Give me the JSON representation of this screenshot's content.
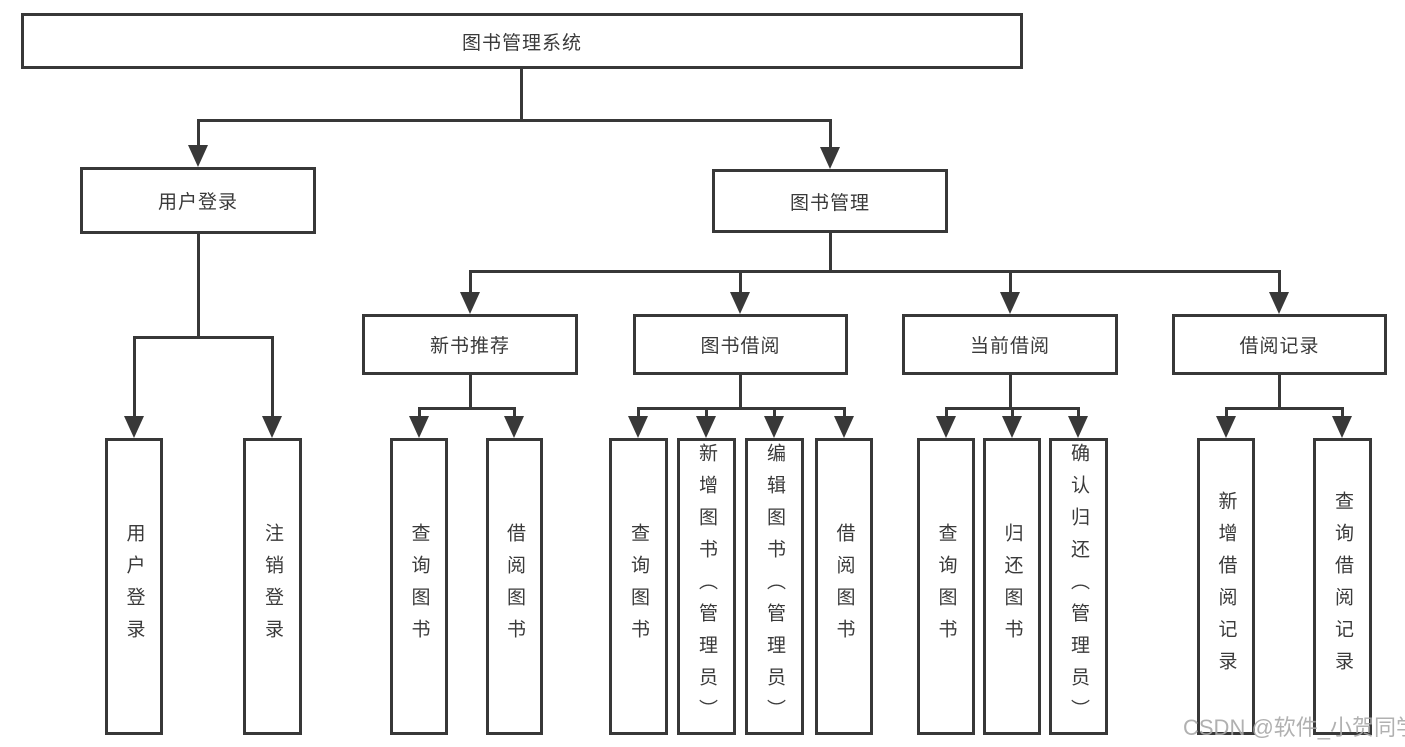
{
  "diagram": {
    "root": {
      "label": "图书管理系统"
    },
    "branches": [
      {
        "label": "用户登录",
        "children": [
          {
            "label": "用户登录"
          },
          {
            "label": "注销登录"
          }
        ]
      },
      {
        "label": "图书管理",
        "children": [
          {
            "label": "新书推荐",
            "children": [
              {
                "label": "查询图书"
              },
              {
                "label": "借阅图书"
              }
            ]
          },
          {
            "label": "图书借阅",
            "children": [
              {
                "label": "查询图书"
              },
              {
                "label": "新增图书（管理员）"
              },
              {
                "label": "编辑图书（管理员）"
              },
              {
                "label": "借阅图书"
              }
            ]
          },
          {
            "label": "当前借阅",
            "children": [
              {
                "label": "查询图书"
              },
              {
                "label": "归还图书"
              },
              {
                "label": "确认归还（管理员）"
              }
            ]
          },
          {
            "label": "借阅记录",
            "children": [
              {
                "label": "新增借阅记录"
              },
              {
                "label": "查询借阅记录"
              }
            ]
          }
        ]
      }
    ]
  },
  "watermark": {
    "text": "CSDN @软件_小贺同学"
  },
  "colors": {
    "line": "#383838",
    "text": "#3a3a3a",
    "watermark": "#a9a9a9",
    "background": "#ffffff"
  }
}
